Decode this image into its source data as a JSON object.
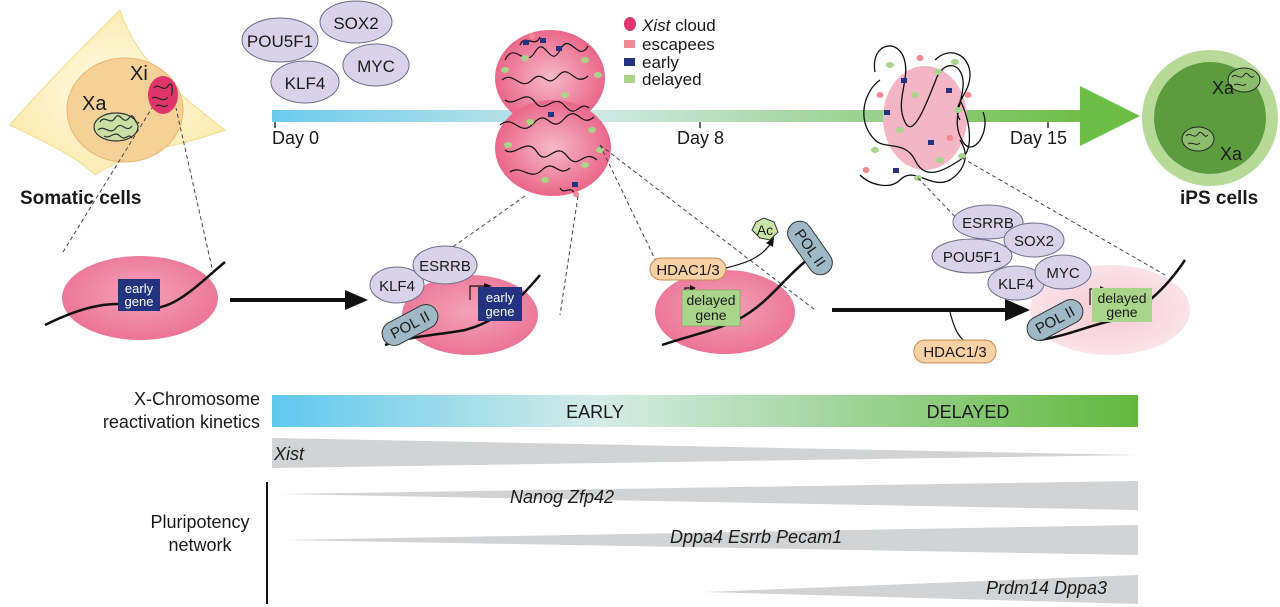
{
  "cells": {
    "somatic_label": "Somatic cells",
    "ips_label": "iPS cells",
    "xi_label": "Xi",
    "xa_label": "Xa"
  },
  "factors": {
    "pou5f1": "POU5F1",
    "sox2": "SOX2",
    "klf4": "KLF4",
    "myc": "MYC",
    "esrrb": "ESRRB",
    "pol2": "POL II",
    "hdac": "HDAC1/3",
    "ac": "Ac"
  },
  "timeline": {
    "day0": "Day 0",
    "day8": "Day 8",
    "day15": "Day 15"
  },
  "legend": {
    "xist_word": "Xist",
    "xist_rest": " cloud",
    "escapees": "escapees",
    "early": "early",
    "delayed": "delayed"
  },
  "genes": {
    "early_l1": "early",
    "early_l2": "gene",
    "delayed_l1": "delayed",
    "delayed_l2": "gene"
  },
  "kinetics": {
    "label_l1": "X-Chromosome",
    "label_l2": "reactivation kinetics",
    "early": "EARLY",
    "delayed": "DELAYED"
  },
  "xist_bar": "Xist",
  "pluripotency": {
    "label_l1": "Pluripotency",
    "label_l2": "network",
    "wedge1": "Nanog  Zfp42",
    "wedge2": "Dppa4 Esrrb Pecam1",
    "wedge3": "Prdm14 Dppa3"
  },
  "colors": {
    "xist_pink": "#e0356a",
    "nucleus_pink": "#ef7f9e",
    "escapee": "#f28a96",
    "early_blue": "#24337f",
    "delayed_green": "#a8d58a",
    "factor_lavender": "#d9d3ea",
    "hdac_orange": "#f8d1a5",
    "pol_blue": "#9fb8c5",
    "timeline_blue": "#6ccbed",
    "timeline_green": "#6cbd45",
    "wedge_gray": "#d1d3d4",
    "somatic_yellow": "#fdf2c2",
    "ips_green": "#5c9c3f"
  }
}
